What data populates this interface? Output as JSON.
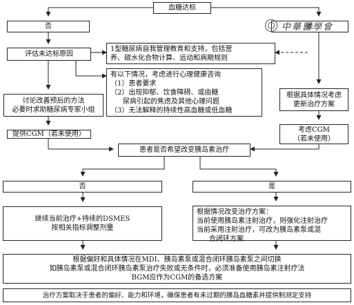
{
  "nodes": {
    "top": "血糖达标",
    "no_top": "否",
    "yes_top": "是",
    "evaluate": "评估未达标原因",
    "education": [
      "1型糖尿病自我管理教育和支持，包括营",
      "养、碳水化合物计算、运动和病期规则"
    ],
    "psych_title": "有以下情况，考虑进行心理健康咨询",
    "psych_items": [
      "（1）患者要求",
      "（2）出现抑郁、饮食障碍、或由糖",
      "尿病引起的焦虑及其他心理问题",
      "（3）无法解释的持续性高血糖或低血糖"
    ],
    "discuss": [
      "讨论改善预后的方法",
      "必要时求助糖尿病专家小组"
    ],
    "cgm_left": "提供CGM（若未使用）",
    "update_plan": [
      "根据具体情况考虑",
      "更新治疗方案"
    ],
    "cgm_right": [
      "考虑CGM",
      "（若未使用）"
    ],
    "question": "患者是否希望改变胰岛素治疗",
    "no_mid": "否",
    "yes_mid": "是",
    "continue": [
      "继续当前治疗+持续的DSMES",
      "按相关指标调整剂量"
    ],
    "adjust": [
      "根据情况改变治疗方案：",
      "当前使用胰岛素注射治疗，则强化注射治疗",
      "当前采用注射治疗，可改为胰岛素泵或混",
      "合闭环方案"
    ],
    "switch": [
      "根据偏好和具体情况在MDI、胰岛素泵或混合闭环胰岛素泵之间切换",
      "如胰岛素泵或混合闭环胰岛素泵治疗失败或无条件时，必须准备使用胰岛素注射疗法",
      "BGM应作为CGM的备选方案"
    ],
    "footer": "治疗方案取决于患者的偏好、能力和环境，确保患者有未过期的胰岛血糖素并提供制测定支持"
  },
  "logo": {
    "text": "中華醫學會",
    "icon": "seal-icon"
  },
  "colors": {
    "line": "#222222",
    "background": "#ffffff"
  }
}
